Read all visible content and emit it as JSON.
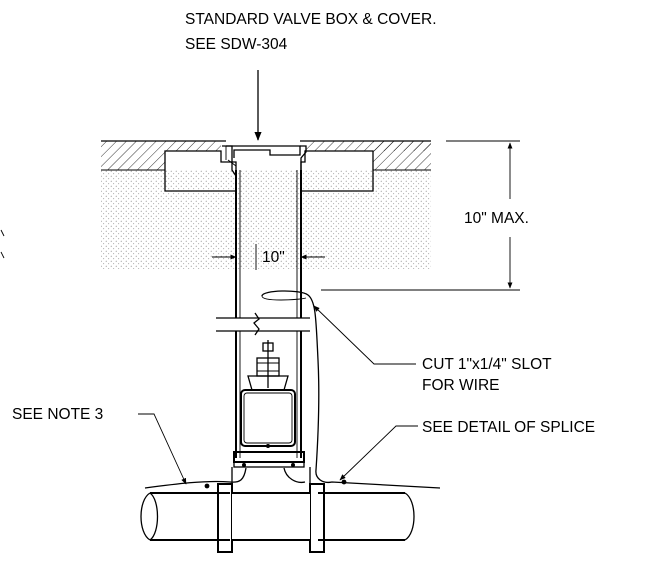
{
  "labels": {
    "valve_box_line1": "STANDARD VALVE BOX & COVER.",
    "valve_box_line2": "SEE SDW-304",
    "max_depth": "10\" MAX.",
    "diameter": "10\"",
    "slot_line1": "CUT 1\"x1/4\" SLOT",
    "slot_line2": "FOR WIRE",
    "note3": "SEE NOTE 3",
    "splice": "SEE DETAIL OF SPLICE"
  }
}
